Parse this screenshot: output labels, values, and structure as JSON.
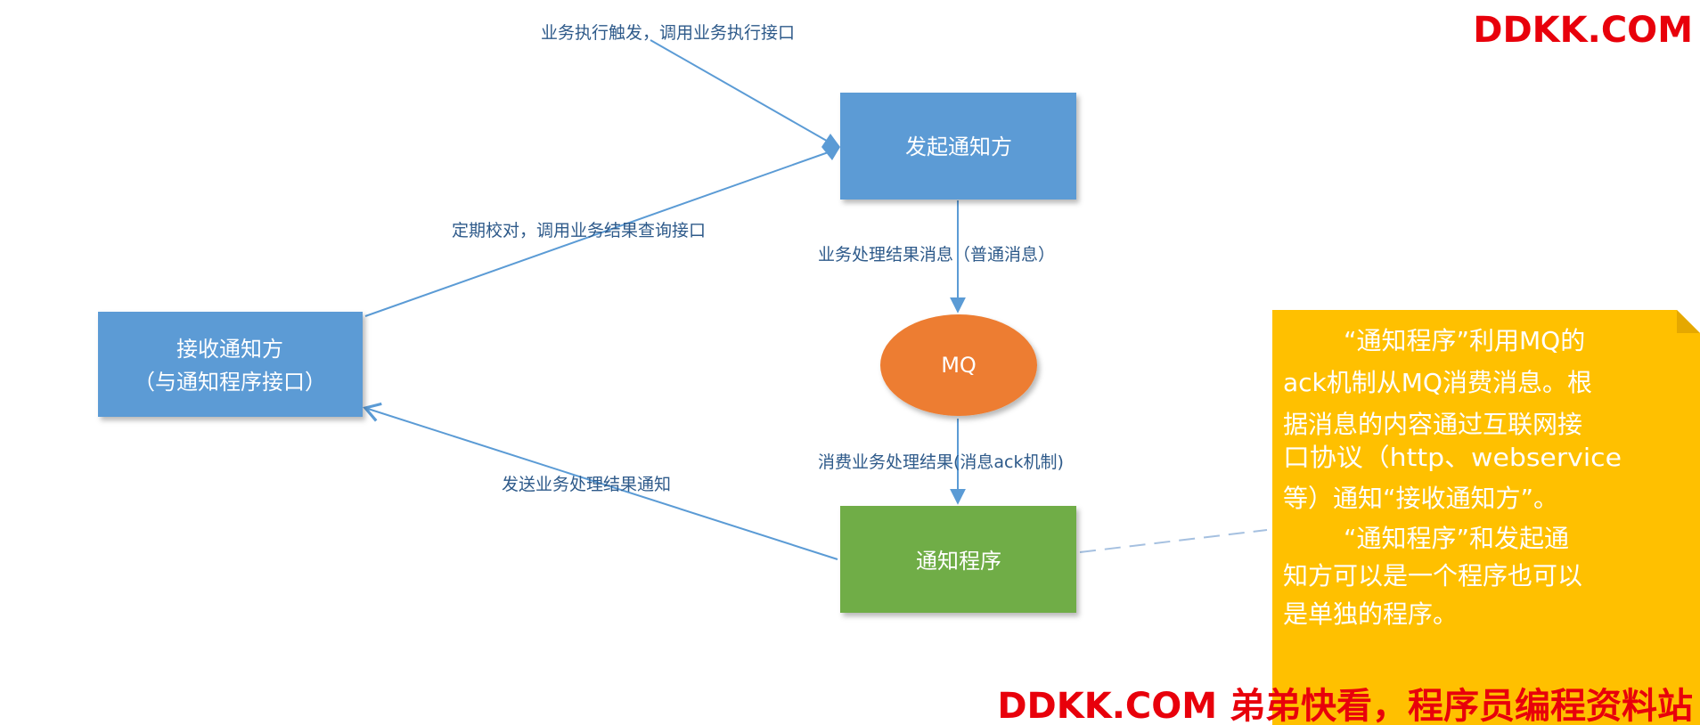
{
  "watermark": {
    "top": "DDKK.COM",
    "bottom": "DDKK.COM 弟弟快看，程序员编程资料站"
  },
  "nodes": {
    "initiator": {
      "label": "发起通知方",
      "color": "#5b9bd5"
    },
    "receiver": {
      "line1": "接收通知方",
      "line2": "（与通知程序接口）",
      "color": "#5b9bd5"
    },
    "mq": {
      "label": "MQ",
      "color": "#ed7d31"
    },
    "notifier": {
      "label": "通知程序",
      "color": "#70ad47"
    }
  },
  "edges": {
    "trigger": "业务执行触发，调用业务执行接口",
    "check": "定期校对，调用业务结果查询接口",
    "publish": "业务处理结果消息（普通消息）",
    "consume": "消费业务处理结果(消息ack机制)",
    "send": "发送业务处理结果通知"
  },
  "note": {
    "color": "#ffc000",
    "lines": [
      "“通知程序”利用MQ的",
      "ack机制从MQ消费消息。根",
      "据消息的内容通过互联网接",
      "口协议（http、webservice",
      "等）通知“接收通知方”。",
      "“通知程序”和发起通",
      "知方可以是一个程序也可以",
      "是单独的程序。"
    ]
  }
}
